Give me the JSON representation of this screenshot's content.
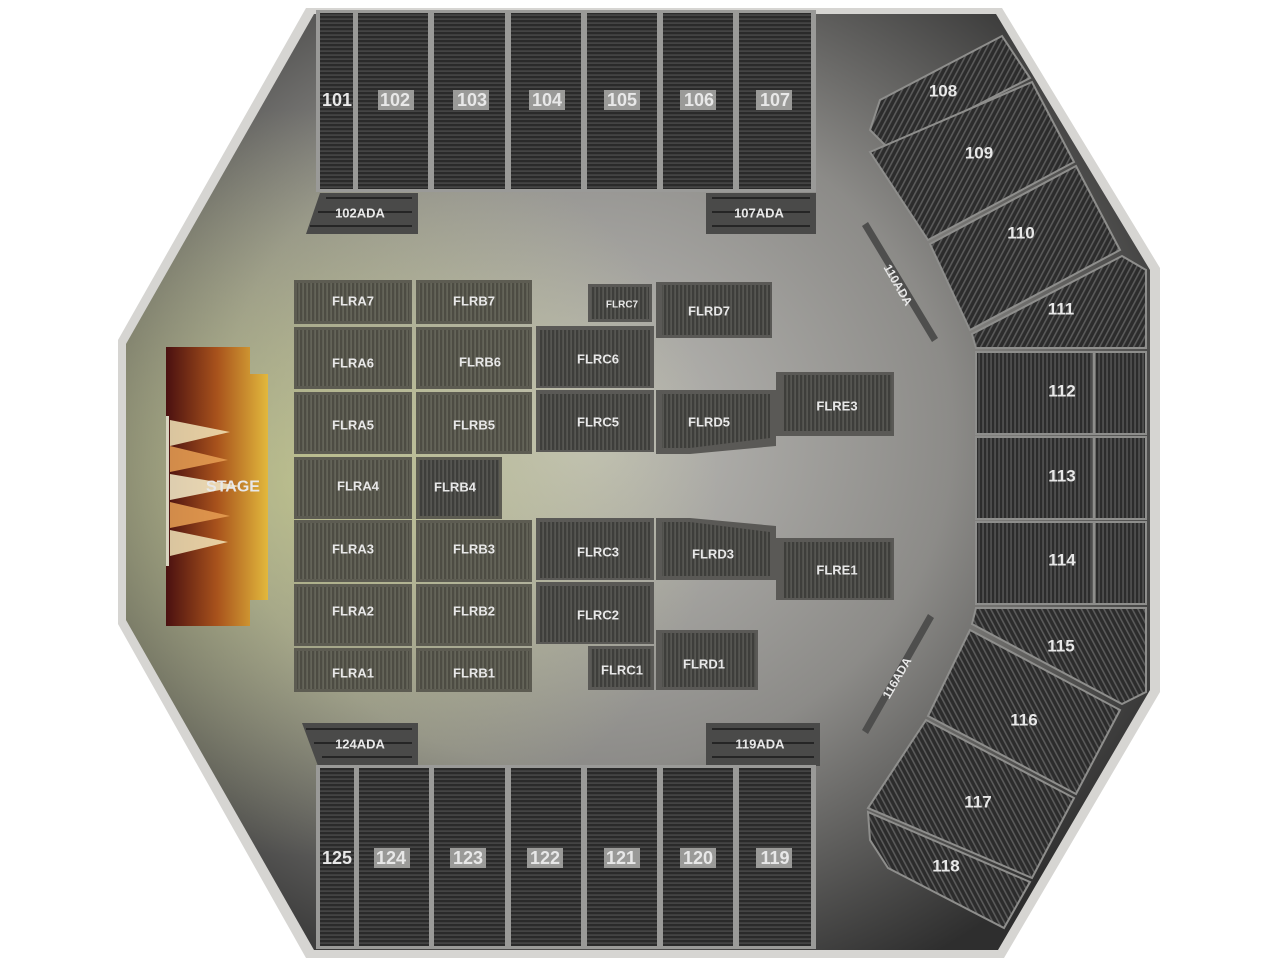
{
  "venue": {
    "stage_label": "STAGE",
    "colors": {
      "outer_rim": "#d6d5d2",
      "floor_dark": "#2b2b2b",
      "floor_light": "#b9b8b4",
      "section_dark": "#2e2e2e",
      "floor_section": "#55544b",
      "stage_dark": "#5a1616",
      "stage_light": "#e2b43a",
      "label": "#e8e8e8"
    }
  },
  "sections": {
    "top": [
      {
        "label": "101"
      },
      {
        "label": "102"
      },
      {
        "label": "103"
      },
      {
        "label": "104"
      },
      {
        "label": "105"
      },
      {
        "label": "106"
      },
      {
        "label": "107"
      }
    ],
    "right_upper": [
      {
        "label": "108"
      },
      {
        "label": "109"
      },
      {
        "label": "110"
      },
      {
        "label": "111"
      }
    ],
    "right_middle": [
      {
        "label": "112"
      },
      {
        "label": "113"
      },
      {
        "label": "114"
      }
    ],
    "right_lower": [
      {
        "label": "115"
      },
      {
        "label": "116"
      },
      {
        "label": "117"
      },
      {
        "label": "118"
      }
    ],
    "bottom": [
      {
        "label": "125"
      },
      {
        "label": "124"
      },
      {
        "label": "123"
      },
      {
        "label": "122"
      },
      {
        "label": "121"
      },
      {
        "label": "120"
      },
      {
        "label": "119"
      }
    ],
    "ada": {
      "a102": "102ADA",
      "a107": "107ADA",
      "a110": "110ADA",
      "a116": "116ADA",
      "a124": "124ADA",
      "a119": "119ADA"
    },
    "floor": {
      "a": [
        "FLRA7",
        "FLRA6",
        "FLRA5",
        "FLRA4",
        "FLRA3",
        "FLRA2",
        "FLRA1"
      ],
      "b": [
        "FLRB7",
        "FLRB6",
        "FLRB5",
        "FLRB4",
        "FLRB3",
        "FLRB2",
        "FLRB1"
      ],
      "c": [
        "FLRC7",
        "FLRC6",
        "FLRC5",
        "FLRC3",
        "FLRC2",
        "FLRC1"
      ],
      "d": [
        "FLRD7",
        "FLRD5",
        "FLRD3",
        "FLRD1"
      ],
      "e": [
        "FLRE3",
        "FLRE1"
      ]
    }
  }
}
